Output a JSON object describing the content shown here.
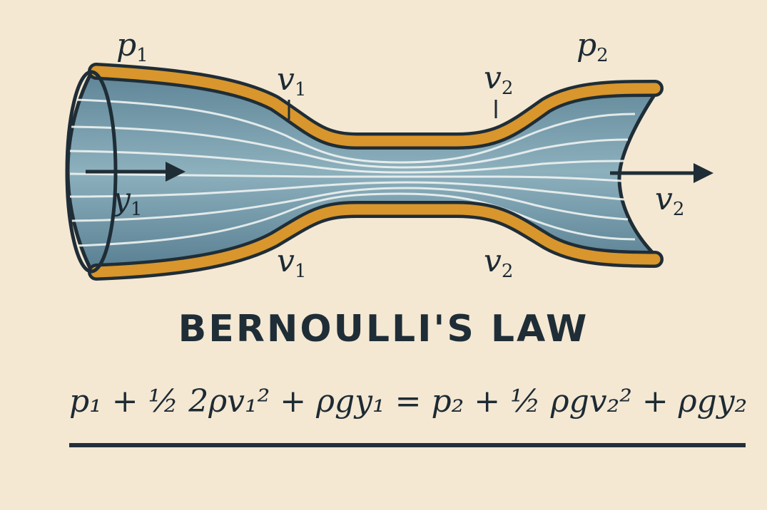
{
  "diagram": {
    "labels": {
      "p1_top": {
        "base": "p",
        "sub": "1"
      },
      "p2_top": {
        "base": "p",
        "sub": "2"
      },
      "v1_top": {
        "base": "v",
        "sub": "1"
      },
      "v2_top": {
        "base": "v",
        "sub": "2"
      },
      "y1_inlet": {
        "base": "y",
        "sub": "1"
      },
      "v2_outlet": {
        "base": "v",
        "sub": "2"
      },
      "v1_bottom": {
        "base": "v",
        "sub": "1"
      },
      "v2_bottom": {
        "base": "v",
        "sub": "2"
      }
    },
    "colors": {
      "background": "#f4e8d3",
      "fluid": "#6c92a3",
      "pipe_wall": "#d8962c",
      "ink": "#1f2d36",
      "streamline": "#eef3f1"
    }
  },
  "title": "BERNOULLI'S LAW",
  "equation": "p₁ + ½ 2ρv₁² + ρgy₁ = p₂ + ½ ρgv₂² + ρgy₂"
}
